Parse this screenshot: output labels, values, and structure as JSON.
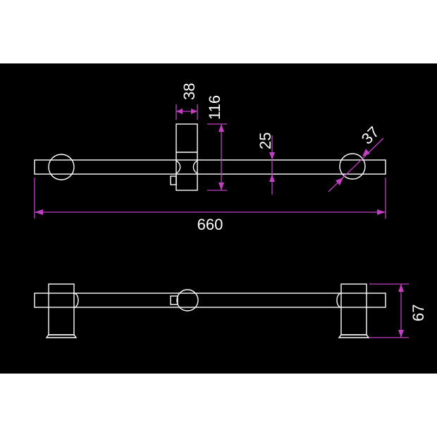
{
  "colors": {
    "background": "#000000",
    "outline": "#ffffff",
    "dimension": "#c040c0"
  },
  "dimensions": {
    "total_length": "660",
    "slider_width": "38",
    "slider_height": "116",
    "rail_diameter": "25",
    "bracket_diameter": "37",
    "bracket_depth": "67"
  }
}
